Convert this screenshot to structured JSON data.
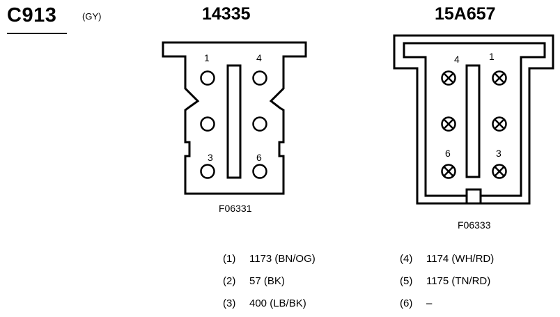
{
  "connector": {
    "id": "C913",
    "color": "(GY)"
  },
  "left_view": {
    "part_number": "14335",
    "figure_id": "F06331",
    "cavity_labels": [
      "1",
      "4",
      "3",
      "6"
    ]
  },
  "right_view": {
    "part_number": "15A657",
    "figure_id": "F06333",
    "cavity_labels": [
      "4",
      "1",
      "6",
      "3"
    ]
  },
  "pinout": [
    {
      "pin": "(1)",
      "circuit": "1173 (BN/OG)"
    },
    {
      "pin": "(2)",
      "circuit": "57 (BK)"
    },
    {
      "pin": "(3)",
      "circuit": "400 (LB/BK)"
    },
    {
      "pin": "(4)",
      "circuit": "1174 (WH/RD)"
    },
    {
      "pin": "(5)",
      "circuit": "1175 (TN/RD)"
    },
    {
      "pin": "(6)",
      "circuit": "–"
    }
  ]
}
